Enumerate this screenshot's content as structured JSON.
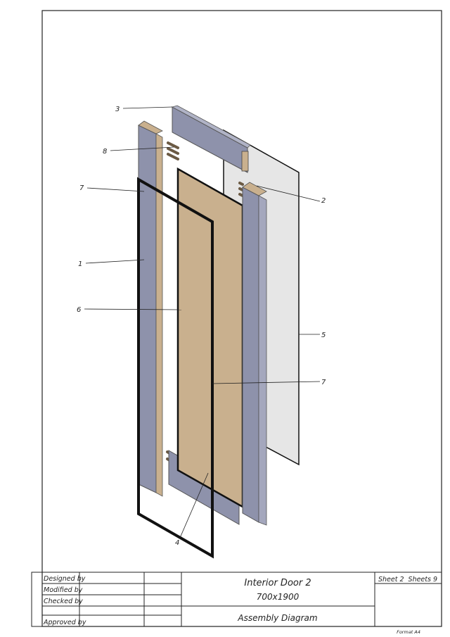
{
  "drawing": {
    "callouts": [
      "3",
      "8",
      "7",
      "1",
      "6",
      "2",
      "5",
      "7",
      "4"
    ]
  },
  "title_block": {
    "designed_by": "Designed by",
    "modified_by": "Modified by",
    "checked_by": "Checked by",
    "approved_by": "Approved by",
    "title": "Interior Door 2",
    "size": "700x1900",
    "subtitle": "Assembly Diagram",
    "sheet": "Sheet 2  Sheets 9",
    "format": "Format A4"
  },
  "colors": {
    "stile": "#8e92ab",
    "wood": "#c9b08e",
    "glass": "#e6e6e6",
    "gasket": "#111111"
  }
}
